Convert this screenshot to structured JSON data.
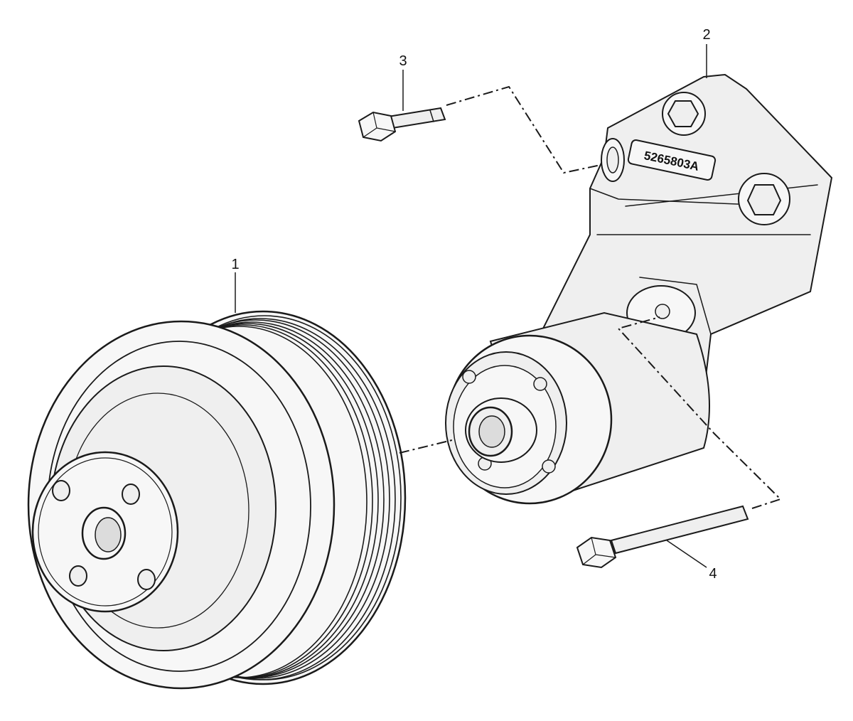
{
  "diagram": {
    "callouts": [
      {
        "id": "1",
        "label": "1",
        "part": "pulley"
      },
      {
        "id": "2",
        "label": "2",
        "part": "bracket"
      },
      {
        "id": "3",
        "label": "3",
        "part": "short-bolt"
      },
      {
        "id": "4",
        "label": "4",
        "part": "long-bolt"
      }
    ],
    "bracket_stamp": "5265803A",
    "colors": {
      "ink": "#1a1a1a",
      "fill": "#efefef",
      "background": "#ffffff"
    }
  }
}
